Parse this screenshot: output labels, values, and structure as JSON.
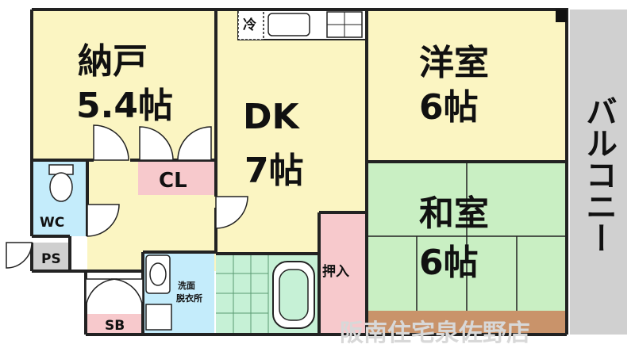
{
  "rooms": {
    "storage": {
      "name": "納戸",
      "size": "5.4帖"
    },
    "dk": {
      "name": "DK",
      "size": "7帖"
    },
    "western": {
      "name": "洋室",
      "size": "6帖"
    },
    "japanese": {
      "name": "和室",
      "size": "6帖"
    },
    "closet": {
      "label": "CL"
    },
    "wc": {
      "label": "WC"
    },
    "ps": {
      "label": "PS"
    },
    "sb": {
      "label": "SB"
    },
    "oshiire": {
      "label": "押入"
    },
    "washroom": {
      "line1": "洗面",
      "line2": "脱衣所"
    },
    "fridge": {
      "label": "冷"
    },
    "balcony": {
      "label": "バルコニー"
    }
  },
  "watermark": "阪南住宅泉佐野店",
  "colors": {
    "yellow_room": "#fbf5c2",
    "green_room": "#c9efc3",
    "pink_closet": "#f7c9cc",
    "blue_wet": "#c4ecfb",
    "bath_green": "#c6f1d6",
    "balcony_gray": "#d0d0d0",
    "ps_gray": "#cfcfcf",
    "floor_brown": "#c9936a",
    "wall": "#222222"
  }
}
